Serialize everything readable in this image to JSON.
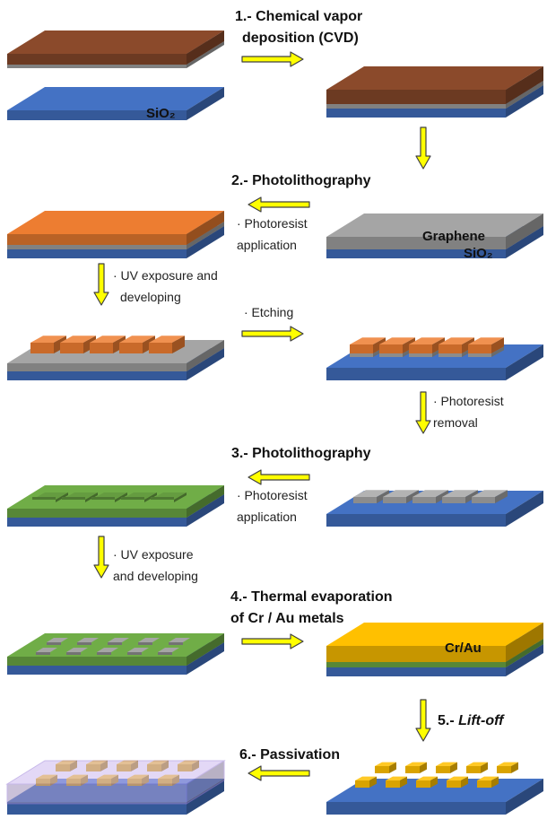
{
  "steps": {
    "s1_line1": "1.- Chemical vapor",
    "s1_line2": "deposition (CVD)",
    "s2": "2.- Photolithography",
    "s3": "3.- Photolithography",
    "s4_line1": "4.- Thermal evaporation",
    "s4_line2": "of Cr / Au metals",
    "s5_prefix": "5.- ",
    "s5_em": "Lift-off",
    "s6": "6.- Passivation"
  },
  "notes": {
    "photoresist_app_1a": "· Photoresist",
    "photoresist_app_1b": "application",
    "uv_1a": "· UV exposure and",
    "uv_1b": "developing",
    "etching": "· Etching",
    "removal_a": "· Photoresist",
    "removal_b": "removal",
    "photoresist_app_2a": "· Photoresist",
    "photoresist_app_2b": "application",
    "uv_2a": "· UV exposure",
    "uv_2b": "and developing"
  },
  "labels": {
    "sio2_a": "SiO₂",
    "graphene": "Graphene",
    "sio2_b": "SiO₂",
    "crau": "Cr/Au"
  },
  "colors": {
    "sio2": "#4472c4",
    "graphene": "#a5a5a5",
    "copper": "#8b4a2b",
    "photoresist": "#ed7d31",
    "green_resist": "#70ad47",
    "gold": "#ffc000",
    "arrow": "#ffff00",
    "passivation": "#cdb9f0"
  }
}
